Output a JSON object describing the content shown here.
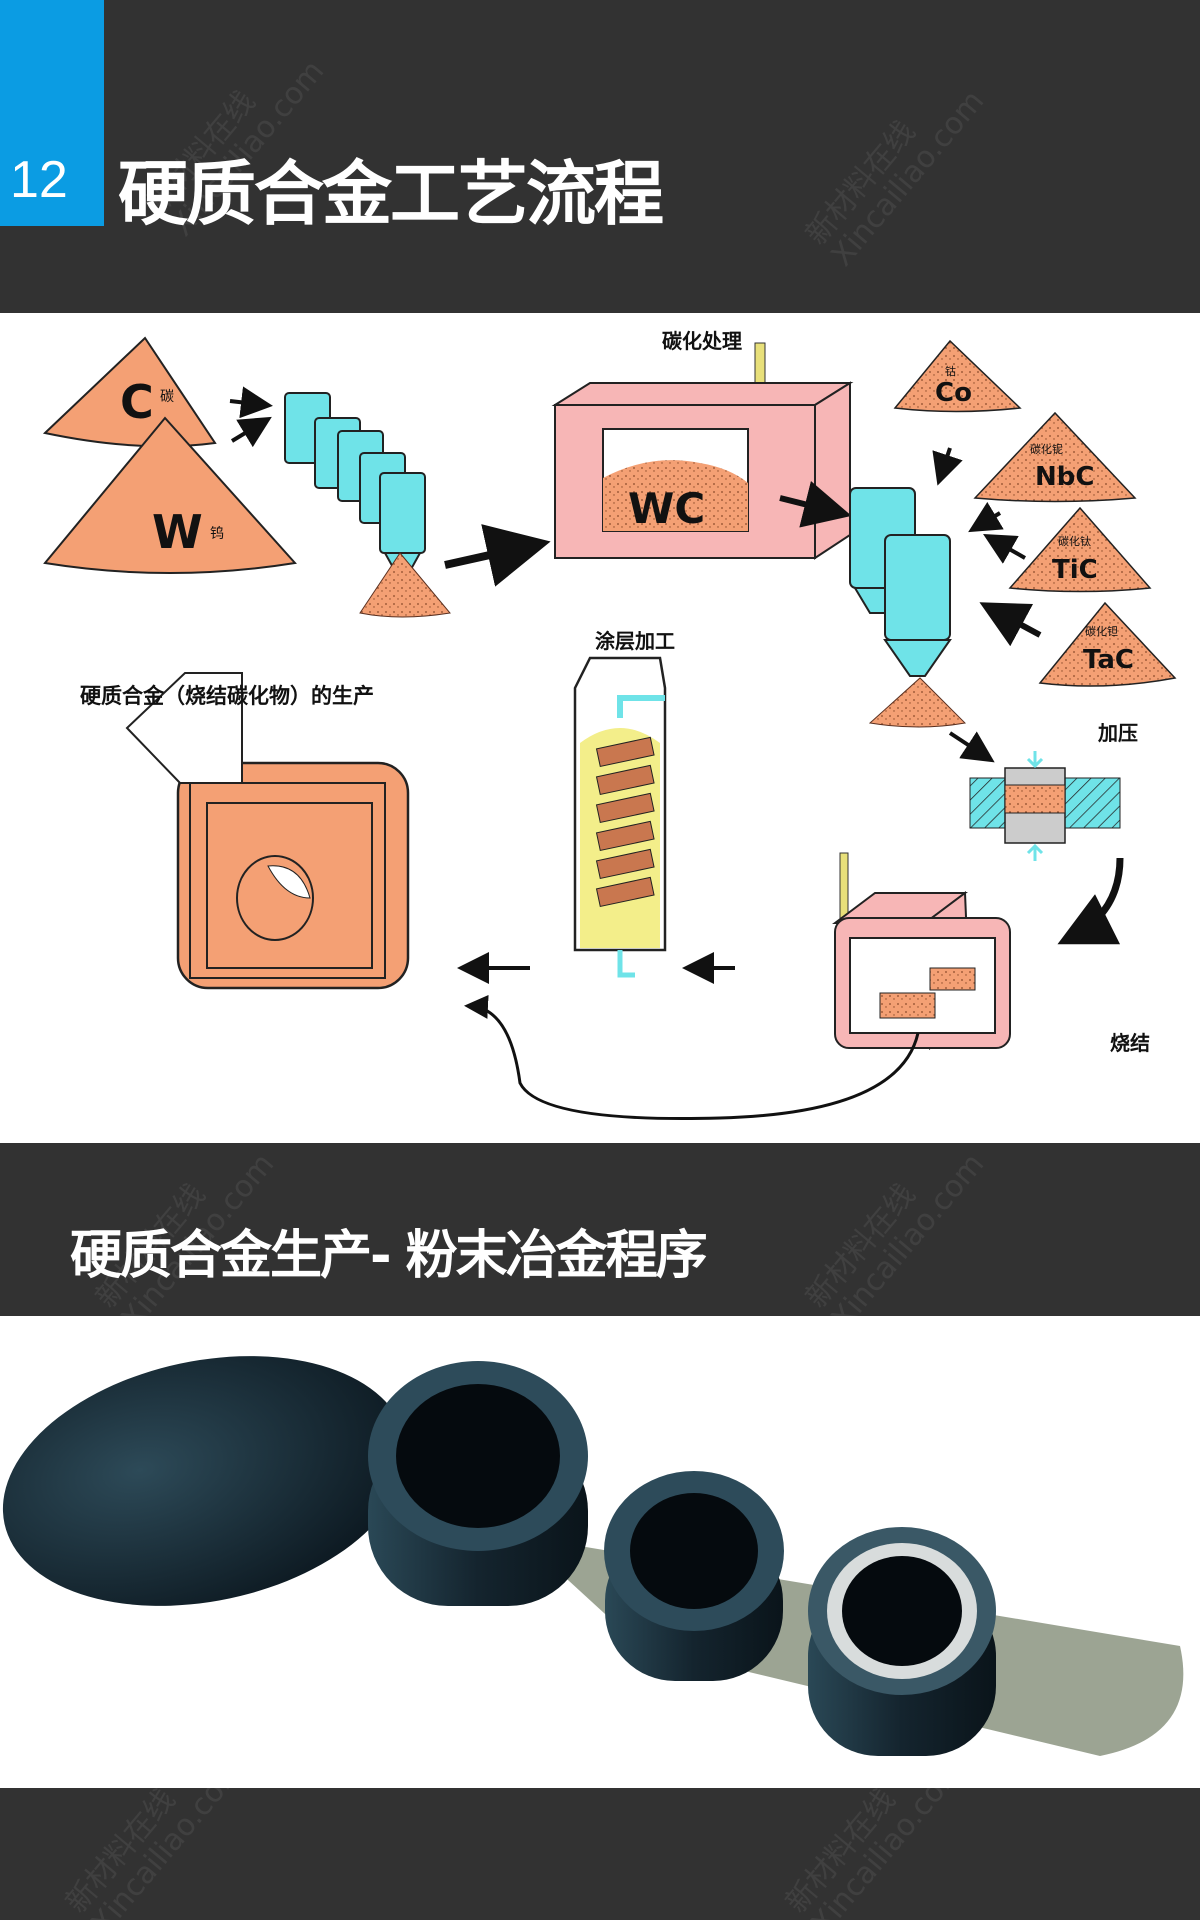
{
  "header": {
    "section_number": "12",
    "title": "硬质合金工艺流程"
  },
  "watermark": {
    "cn": "新材料在线",
    "en": "Xincailiao.com"
  },
  "diagram": {
    "caption": "硬质合金（烧结碳化物）的生产",
    "stages": {
      "carbonization": "碳化处理",
      "pressing": "加压",
      "sintering": "烧结",
      "coating": "涂层加工"
    },
    "raw_materials": [
      {
        "symbol": "C",
        "name": "碳"
      },
      {
        "symbol": "W",
        "name": "钨"
      }
    ],
    "furnace_product": "WC",
    "additives": [
      {
        "symbol": "Co",
        "name": "钴"
      },
      {
        "symbol": "NbC",
        "name": "碳化铌"
      },
      {
        "symbol": "TiC",
        "name": "碳化钛"
      },
      {
        "symbol": "TaC",
        "name": "碳化钽"
      }
    ],
    "colors": {
      "powder": "#F4A074",
      "container": "#6FE3E8",
      "furnace": "#F7B6B6",
      "coating": "#F3EE8A"
    }
  },
  "section2": {
    "title": "硬质合金生产- 粉末冶金程序"
  }
}
